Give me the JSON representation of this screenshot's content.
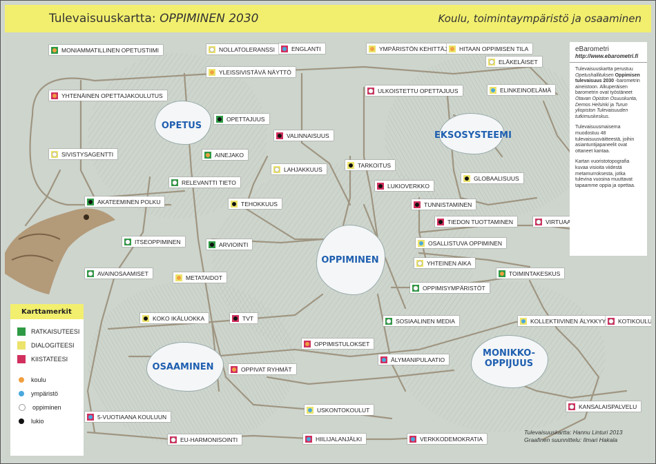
{
  "header": {
    "title_prefix": "Tulevaisuuskartta: ",
    "title_italic": "OPPIMINEN 2030",
    "subtitle": "Koulu, toimintaympäristö ja osaaminen"
  },
  "colors": {
    "ratkaisu": "#2e9a44",
    "dialogi": "#ece36a",
    "kiista": "#d1305e",
    "koulu": "#f0a040",
    "ymparisto": "#4aa8dc",
    "oppiminen": "#ffffff",
    "lukio": "#111111",
    "hub_text": "#1f5fb0",
    "header_bg": "#f2ef6e"
  },
  "hubs": [
    {
      "id": "opetus",
      "label": "OPETUS"
    },
    {
      "id": "eksosysteemi",
      "label": "EKSOSYSTEEMI"
    },
    {
      "id": "oppiminen",
      "label": "OPPIMINEN"
    },
    {
      "id": "osaaminen",
      "label": "OSAAMINEN"
    },
    {
      "id": "monikko",
      "label": "MONIKKO-\nOPPIJUUS"
    }
  ],
  "nodes": [
    {
      "label": "MONIAMMATILLINEN OPETUSTIIMI",
      "category": "ratkaisu",
      "dot": "koulu"
    },
    {
      "label": "NOLLATOLERANSSI",
      "category": "dialogi",
      "dot": "oppiminen"
    },
    {
      "label": "ENGLANTI",
      "category": "kiista",
      "dot": "ymparisto"
    },
    {
      "label": "YMPÄRISTÖN KEHITTÄJÄ",
      "category": "dialogi",
      "dot": "koulu"
    },
    {
      "label": "HITAAN OPPIMISEN TILA",
      "category": "dialogi",
      "dot": "koulu"
    },
    {
      "label": "YLEISSIVISTÄVÄ NÄYTTÖ",
      "category": "dialogi",
      "dot": "koulu"
    },
    {
      "label": "ELÄKELÄISET",
      "category": "dialogi",
      "dot": "oppiminen"
    },
    {
      "label": "YHTENÄINEN OPETTAJAKOULUTUS",
      "category": "kiista",
      "dot": "koulu"
    },
    {
      "label": "ULKOISTETTU OPETTAJUUS",
      "category": "kiista",
      "dot": "oppiminen"
    },
    {
      "label": "ELINKEINOELÄMÄ",
      "category": "dialogi",
      "dot": "ymparisto"
    },
    {
      "label": "OPETTAJUUS",
      "category": "ratkaisu",
      "dot": "lukio"
    },
    {
      "label": "VALINNAISUUS",
      "category": "kiista",
      "dot": "lukio"
    },
    {
      "label": "SIVISTYSAGENTTI",
      "category": "dialogi",
      "dot": "oppiminen"
    },
    {
      "label": "AINEJAKO",
      "category": "ratkaisu",
      "dot": "koulu"
    },
    {
      "label": "LAHJAKKUUS",
      "category": "dialogi",
      "dot": "oppiminen"
    },
    {
      "label": "TARKOITUS",
      "category": "dialogi",
      "dot": "lukio"
    },
    {
      "label": "GLOBAALISUUS",
      "category": "dialogi",
      "dot": "lukio"
    },
    {
      "label": "RELEVANTTI TIETO",
      "category": "ratkaisu",
      "dot": "oppiminen"
    },
    {
      "label": "LUKIOVERKKO",
      "category": "kiista",
      "dot": "lukio"
    },
    {
      "label": "AKATEEMINEN POLKU",
      "category": "ratkaisu",
      "dot": "lukio"
    },
    {
      "label": "TEHOKKUUS",
      "category": "dialogi",
      "dot": "lukio"
    },
    {
      "label": "TUNNISTAMINEN",
      "category": "kiista",
      "dot": "lukio"
    },
    {
      "label": "TIEDON TUOTTAMINEN",
      "category": "kiista",
      "dot": "lukio"
    },
    {
      "label": "VIRTUAALIMAAILMA",
      "category": "kiista",
      "dot": "oppiminen"
    },
    {
      "label": "ITSEOPPIMINEN",
      "category": "ratkaisu",
      "dot": "oppiminen"
    },
    {
      "label": "ARVIOINTI",
      "category": "ratkaisu",
      "dot": "lukio"
    },
    {
      "label": "OSALLISTUVA OPPIMINEN",
      "category": "dialogi",
      "dot": "ymparisto"
    },
    {
      "label": "YHTEINEN AIKA",
      "category": "dialogi",
      "dot": "oppiminen"
    },
    {
      "label": "AVAINOSAAMISET",
      "category": "ratkaisu",
      "dot": "oppiminen"
    },
    {
      "label": "METATAIDOT",
      "category": "dialogi",
      "dot": "koulu"
    },
    {
      "label": "TOIMINTAKESKUS",
      "category": "ratkaisu",
      "dot": "koulu"
    },
    {
      "label": "OPPIMISYMPÄRISTÖT",
      "category": "ratkaisu",
      "dot": "oppiminen"
    },
    {
      "label": "KOKO IKÄLUOKKA",
      "category": "dialogi",
      "dot": "lukio"
    },
    {
      "label": "TVT",
      "category": "kiista",
      "dot": "lukio"
    },
    {
      "label": "SOSIAALINEN MEDIA",
      "category": "ratkaisu",
      "dot": "oppiminen"
    },
    {
      "label": "KOLLEKTIIVINEN ÄLYKKYYS",
      "category": "dialogi",
      "dot": "ymparisto"
    },
    {
      "label": "KOTIKOULU",
      "category": "kiista",
      "dot": "oppiminen"
    },
    {
      "label": "OPPIMISTULOKSET",
      "category": "kiista",
      "dot": "koulu"
    },
    {
      "label": "ÄLYMANIPULAATIO",
      "category": "kiista",
      "dot": "ymparisto"
    },
    {
      "label": "OPPIVAT RYHMÄT",
      "category": "kiista",
      "dot": "koulu"
    },
    {
      "label": "USKONTOKOULUT",
      "category": "dialogi",
      "dot": "ymparisto"
    },
    {
      "label": "KANSALAISPALVELU",
      "category": "kiista",
      "dot": "oppiminen"
    },
    {
      "label": "5-VUOTIAANA KOULUUN",
      "category": "kiista",
      "dot": "ymparisto"
    },
    {
      "label": "EU-HARMONISOINTI",
      "category": "kiista",
      "dot": "oppiminen"
    },
    {
      "label": "HIILIJALANJÄLKI",
      "category": "kiista",
      "dot": "ymparisto"
    },
    {
      "label": "VERKKODEMOKRATIA",
      "category": "kiista",
      "dot": "ymparisto"
    }
  ],
  "legend": {
    "title": "Karttamerkit",
    "squares": [
      {
        "label": "RATKAISUTEESI",
        "key": "ratkaisu"
      },
      {
        "label": "DIALOGITEESI",
        "key": "dialogi"
      },
      {
        "label": "KIISTATEESI",
        "key": "kiista"
      }
    ],
    "dots": [
      {
        "label": "koulu",
        "key": "koulu"
      },
      {
        "label": "ympäristö",
        "key": "ymparisto"
      },
      {
        "label": "oppiminen",
        "key": "oppiminen"
      },
      {
        "label": "lukio",
        "key": "lukio"
      }
    ]
  },
  "info": {
    "name": "eBarometri",
    "url": "http://www.ebarometri.fi",
    "p1_a": "Tulevaisuuskartta perustuu ",
    "p1_b": "Opetushallituksen",
    "p1_c": " Oppimisen tulevaisuus 2030",
    "p1_d": " -barometrin aineistoon. Alkuperäisen barometrin ovat työstäneet ",
    "p1_e": "Otavan Opiston Osuuskunta, Demos Helsinki",
    "p1_f": " ja ",
    "p1_g": "Turun yliopiston Tulevaisuuden tutkimuskeskus",
    "p1_h": ".",
    "p2": "Tulevaisuusmaisema muodostuu 48 tulevaisuusväitteestä, joihin asiantuntijapaneelit ovat ottaneet kantaa.",
    "p3": "Kartan vuoristotopografia kuvaa visioita viidestä metamurroksesta, jotka tulevina vuosina muuttavat tapaamme oppia ja opettaa."
  },
  "credits": {
    "line1": "Tulevaisuuskartta: Hannu Linturi 2013",
    "line2": "Graafinen suunnittelu: Ilmari Hakala"
  }
}
